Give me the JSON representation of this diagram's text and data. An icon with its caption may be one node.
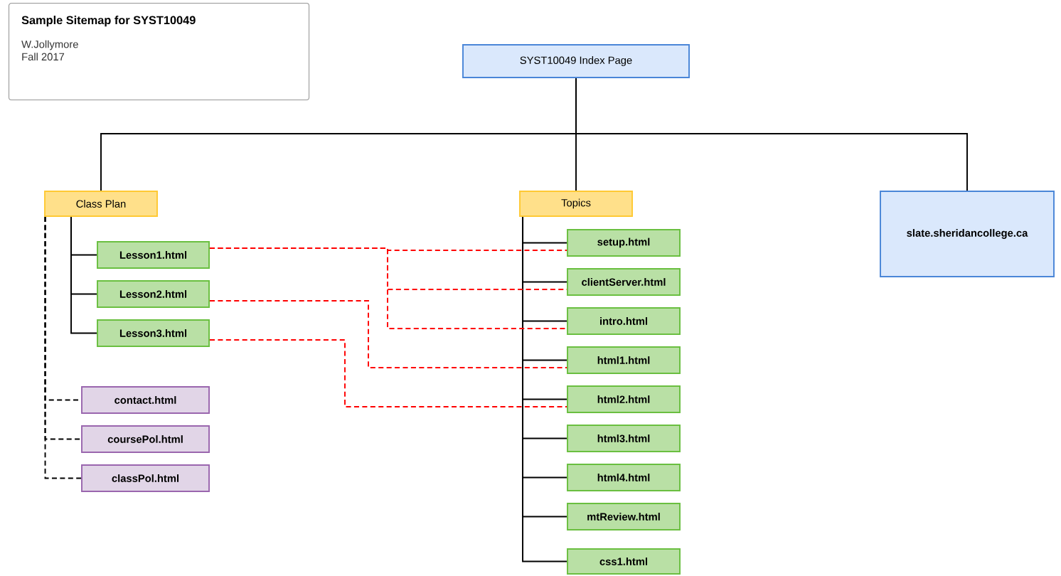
{
  "diagram": {
    "title": "Sample Sitemap for SYST10049",
    "nodes": [
      {
        "text": [
          "W.Jollymore",
          "Fall 2017"
        ]
      },
      {
        "text": [
          "SYST10049 Index Page"
        ]
      },
      {
        "text": [
          "Class Plan"
        ]
      },
      {
        "text": [
          "Topics"
        ]
      },
      {
        "text": [
          "slate.sheridancollege.ca"
        ]
      },
      {
        "text": [
          "Lesson1.html"
        ]
      },
      {
        "text": [
          "Lesson2.html"
        ]
      },
      {
        "text": [
          "Lesson3.html"
        ]
      },
      {
        "text": [
          "contact.html"
        ]
      },
      {
        "text": [
          "coursePol.html"
        ]
      },
      {
        "text": [
          "classPol.html"
        ]
      },
      {
        "text": [
          "setup.html"
        ]
      },
      {
        "text": [
          "clientServer.html"
        ]
      },
      {
        "text": [
          "intro.html"
        ]
      },
      {
        "text": [
          "html1.html"
        ]
      },
      {
        "text": [
          "html2.html"
        ]
      },
      {
        "text": [
          "html3.html"
        ]
      },
      {
        "text": [
          "html4.html"
        ]
      },
      {
        "text": [
          "mtReview.html"
        ]
      },
      {
        "text": [
          "css1.html"
        ]
      }
    ],
    "edges": [
      {
        "from": 1,
        "to": 2,
        "arrow": "none"
      },
      {
        "from": 1,
        "to": 3,
        "arrow": "none"
      },
      {
        "from": 1,
        "to": 4,
        "arrow": "none"
      },
      {
        "from": 2,
        "to": 5,
        "arrow": "none"
      },
      {
        "from": 2,
        "to": 6,
        "arrow": "none"
      },
      {
        "from": 2,
        "to": 7,
        "arrow": "none"
      },
      {
        "from": 2,
        "to": 8,
        "arrow": "none",
        "style": "dashed"
      },
      {
        "from": 2,
        "to": 9,
        "arrow": "none",
        "style": "dashed"
      },
      {
        "from": 2,
        "to": 10,
        "arrow": "none",
        "style": "dashed"
      },
      {
        "from": 3,
        "to": 11,
        "arrow": "none"
      },
      {
        "from": 3,
        "to": 12,
        "arrow": "none"
      },
      {
        "from": 3,
        "to": 13,
        "arrow": "none"
      },
      {
        "from": 3,
        "to": 14,
        "arrow": "none"
      },
      {
        "from": 3,
        "to": 15,
        "arrow": "none"
      },
      {
        "from": 3,
        "to": 16,
        "arrow": "none"
      },
      {
        "from": 3,
        "to": 17,
        "arrow": "none"
      },
      {
        "from": 3,
        "to": 18,
        "arrow": "none"
      },
      {
        "from": 3,
        "to": 19,
        "arrow": "none"
      },
      {
        "from": 5,
        "to": 11,
        "arrow": "none",
        "style": "dashed",
        "color": "#ff0000"
      },
      {
        "from": 5,
        "to": 12,
        "arrow": "none",
        "style": "dashed",
        "color": "#ff0000"
      },
      {
        "from": 5,
        "to": 13,
        "arrow": "none",
        "style": "dashed",
        "color": "#ff0000"
      },
      {
        "from": 6,
        "to": 14,
        "arrow": "none",
        "style": "dashed",
        "color": "#ff0000"
      },
      {
        "from": 7,
        "to": 15,
        "arrow": "none",
        "style": "dashed",
        "color": "#ff0000"
      }
    ]
  }
}
